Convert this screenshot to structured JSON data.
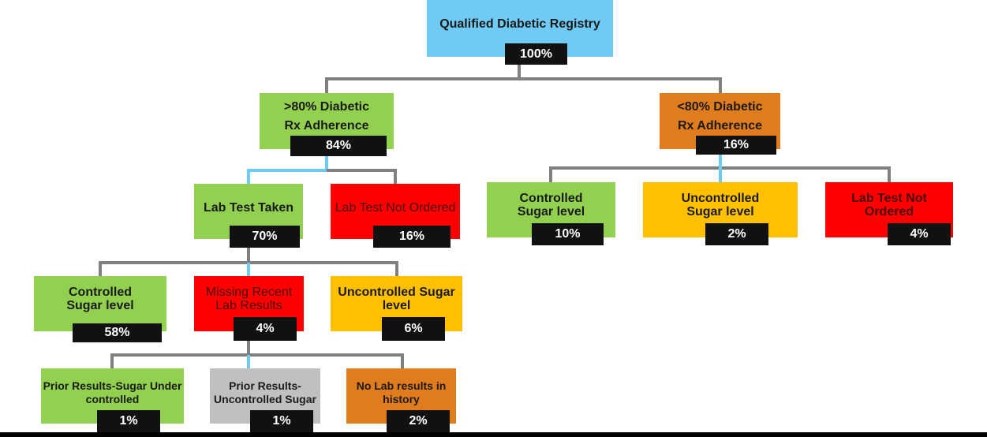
{
  "colors": {
    "blue": "#6fcbf3",
    "green": "#92d050",
    "orange": "#e07b1e",
    "red": "#ff0000",
    "yellow": "#ffc000",
    "gray": "#c0c0c0",
    "connector": "#7f7f7f",
    "connector_highlight": "#6fcbf3"
  },
  "nodes": {
    "root": {
      "l1": "Qualified  Diabetic Registry",
      "pct": "100%"
    },
    "adh_high": {
      "l1": ">80% Diabetic",
      "l2": "Rx Adherence",
      "pct": "84%"
    },
    "adh_low": {
      "l1": "<80% Diabetic",
      "l2": "Rx Adherence",
      "pct": "16%"
    },
    "lab_taken": {
      "l1": "Lab Test Taken",
      "pct": "70%"
    },
    "lab_not_ordered_a": {
      "l1": "Lab Test  Not  Ordered",
      "pct": "16%"
    },
    "low_controlled": {
      "l1": "Controlled",
      "l2": "Sugar level",
      "pct": "10%"
    },
    "low_uncontrolled": {
      "l1": "Uncontrolled",
      "l2": "Sugar level",
      "pct": "2%"
    },
    "low_not_ordered": {
      "l1": "Lab Test Not",
      "l2": "Ordered",
      "pct": "4%"
    },
    "controlled": {
      "l1": "Controlled",
      "l2": "Sugar level",
      "pct": "58%"
    },
    "missing": {
      "l1": "Missing Recent",
      "l2": "Lab Results",
      "pct": "4%"
    },
    "uncontrolled": {
      "l1": "Uncontrolled   Sugar",
      "l2": "level",
      "pct": "6%"
    },
    "prior_under": {
      "l1": "Prior Results-Sugar Under",
      "l2": "controlled",
      "pct": "1%"
    },
    "prior_uncontrolled": {
      "l1": "Prior Results-",
      "l2": "Uncontrolled Sugar",
      "pct": "1%"
    },
    "no_lab": {
      "l1": "No Lab results in",
      "l2": "history",
      "pct": "2%"
    }
  }
}
